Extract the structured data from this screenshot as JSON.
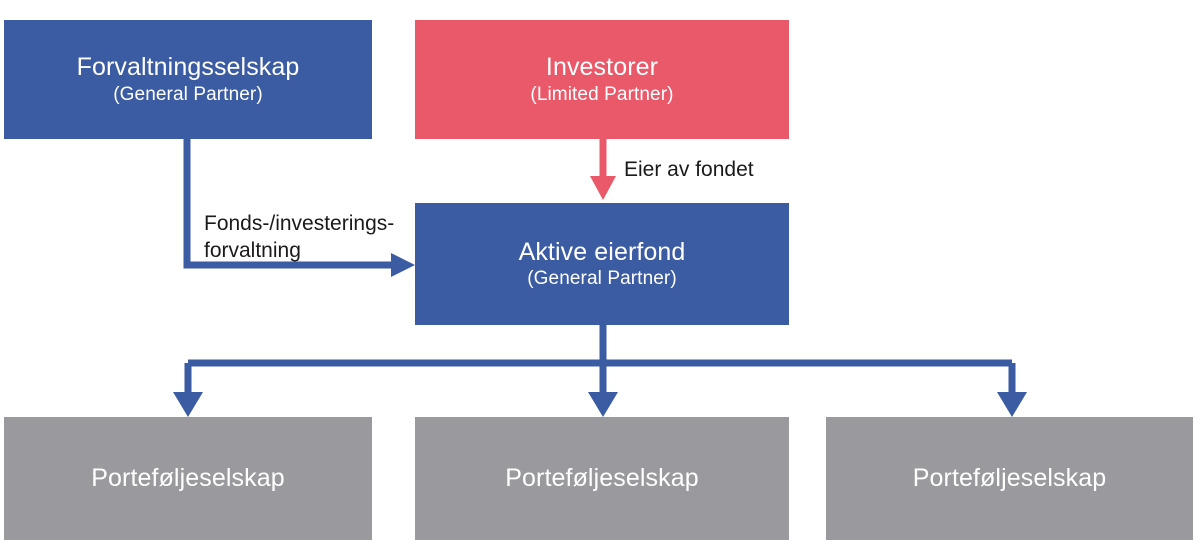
{
  "diagram": {
    "type": "fund-structure-org-chart",
    "language": "no",
    "background_color": "#FFFFFF",
    "palette": {
      "blue": "#3B5BA3",
      "red": "#E9596A",
      "gray": "#9A9A9E",
      "text_on_fill": "#FFFFFF",
      "label_text": "#1A1A1A"
    },
    "nodes": [
      {
        "id": "forvaltningsselskap",
        "title": "Forvaltningsselskap",
        "subtitle": "(General Partner)",
        "color": "#3B5BA3"
      },
      {
        "id": "investorer",
        "title": "Investorer",
        "subtitle": "(Limited Partner)",
        "color": "#E9596A"
      },
      {
        "id": "aktive-eierfond",
        "title": "Aktive eierfond",
        "subtitle": "(General Partner)",
        "color": "#3B5BA3"
      },
      {
        "id": "portefoljeselskap-1",
        "title": "Porteføljeselskap",
        "subtitle": "",
        "color": "#9A9A9E"
      },
      {
        "id": "portefoljeselskap-2",
        "title": "Porteføljeselskap",
        "subtitle": "",
        "color": "#9A9A9E"
      },
      {
        "id": "portefoljeselskap-3",
        "title": "Porteføljeselskap",
        "subtitle": "",
        "color": "#9A9A9E"
      }
    ],
    "edges": [
      {
        "id": "investorer-to-fond",
        "from": "investorer",
        "to": "aktive-eierfond",
        "label": "Eier av fondet",
        "color": "#E9596A",
        "shape": "straight-down"
      },
      {
        "id": "forvaltning-to-fond",
        "from": "forvaltningsselskap",
        "to": "aktive-eierfond",
        "label": "Fonds-/investerings-\nforvaltning",
        "color": "#3B5BA3",
        "shape": "elbow-down-right"
      },
      {
        "id": "fond-to-portefolje-1",
        "from": "aktive-eierfond",
        "to": "portefoljeselskap-1",
        "label": "",
        "color": "#3B5BA3",
        "shape": "fork-down"
      },
      {
        "id": "fond-to-portefolje-2",
        "from": "aktive-eierfond",
        "to": "portefoljeselskap-2",
        "label": "",
        "color": "#3B5BA3",
        "shape": "fork-down"
      },
      {
        "id": "fond-to-portefolje-3",
        "from": "aktive-eierfond",
        "to": "portefoljeselskap-3",
        "label": "",
        "color": "#3B5BA3",
        "shape": "fork-down"
      }
    ]
  }
}
